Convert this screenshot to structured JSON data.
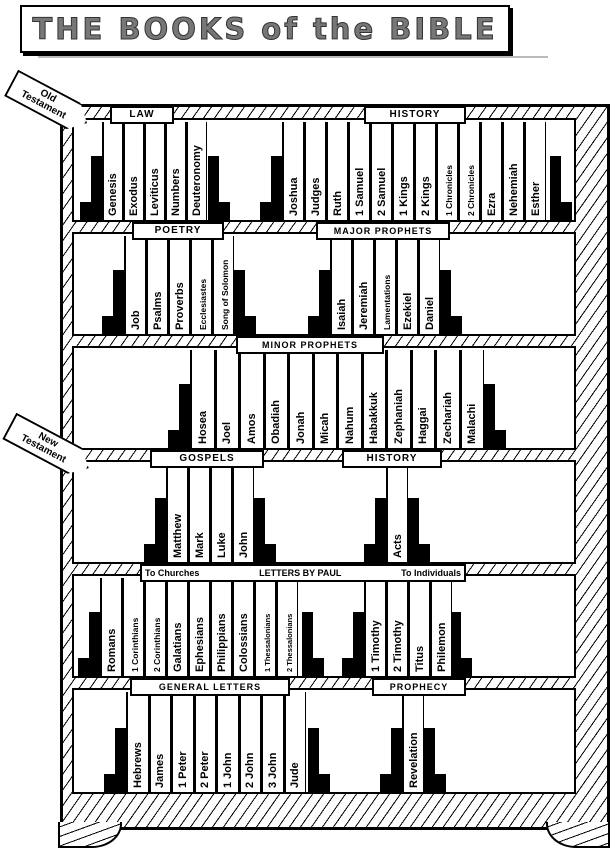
{
  "title": "THE BOOKS of the BIBLE",
  "testaments": {
    "old": "Old Testament",
    "new": "New Testament"
  },
  "shelves": [
    {
      "groups": [
        {
          "label": "LAW",
          "books": [
            "Genesis",
            "Exodus",
            "Leviticus",
            "Numbers",
            "Deuteronomy"
          ]
        },
        {
          "label": "HISTORY",
          "books": [
            "Joshua",
            "Judges",
            "Ruth",
            "1 Samuel",
            "2 Samuel",
            "1 Kings",
            "2 Kings",
            "1 Chronicles",
            "2 Chronicles",
            "Ezra",
            "Nehemiah",
            "Esther"
          ]
        }
      ]
    },
    {
      "groups": [
        {
          "label": "POETRY",
          "books": [
            "Job",
            "Psalms",
            "Proverbs",
            "Ecclesiastes",
            "Song of Solomon"
          ]
        },
        {
          "label": "MAJOR PROPHETS",
          "books": [
            "Isaiah",
            "Jeremiah",
            "Lamentations",
            "Ezekiel",
            "Daniel"
          ]
        }
      ]
    },
    {
      "groups": [
        {
          "label": "MINOR PROPHETS",
          "books": [
            "Hosea",
            "Joel",
            "Amos",
            "Obadiah",
            "Jonah",
            "Micah",
            "Nahum",
            "Habakkuk",
            "Zephaniah",
            "Haggai",
            "Zechariah",
            "Malachi"
          ]
        }
      ]
    },
    {
      "groups": [
        {
          "label": "GOSPELS",
          "books": [
            "Matthew",
            "Mark",
            "Luke",
            "John"
          ]
        },
        {
          "label": "HISTORY",
          "books": [
            "Acts"
          ]
        }
      ]
    },
    {
      "label_parts": [
        "To Churches",
        "LETTERS BY PAUL",
        "To Individuals"
      ],
      "groups": [
        {
          "label": "To Churches",
          "books": [
            "Romans",
            "1 Corinthians",
            "2 Corinthians",
            "Galatians",
            "Ephesians",
            "Philippians",
            "Colossians",
            "1 Thessalonians",
            "2 Thessalonians"
          ]
        },
        {
          "label": "To Individuals",
          "books": [
            "1 Timothy",
            "2 Timothy",
            "Titus",
            "Philemon"
          ]
        }
      ]
    },
    {
      "groups": [
        {
          "label": "GENERAL LETTERS",
          "books": [
            "Hebrews",
            "James",
            "1 Peter",
            "2 Peter",
            "1 John",
            "2 John",
            "3 John",
            "Jude"
          ]
        },
        {
          "label": "PROPHECY",
          "books": [
            "Revelation"
          ]
        }
      ]
    }
  ]
}
